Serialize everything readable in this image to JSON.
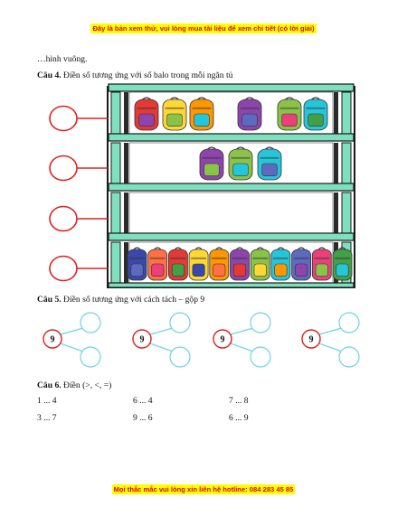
{
  "banner_top": "Đây là bản xem thử, vui lòng mua tài liệu để xem chi tiết (có lời giải)",
  "banner_bottom": "Mọi thắc mắc vui lòng xin liên hệ hotline: 084 283 45 85",
  "intro_text": "…hình vuông.",
  "q4": {
    "number": "Câu 4.",
    "text": " Điền số tương ứng với số balo trong mỗi ngăn tủ"
  },
  "q5": {
    "number": "Câu 5.",
    "text": " Điền số tương ứng với cách tách – gộp 9",
    "center_value": "9"
  },
  "q6": {
    "number": "Câu 6.",
    "text": " Điền (>, <, =)",
    "rows": [
      [
        "1 ... 4",
        "6 ... 4",
        "7 ... 8"
      ],
      [
        "3 ... 7",
        "9 ... 6",
        "6 ... 9"
      ]
    ]
  },
  "colors": {
    "shelf_frame": "#1a1a1a",
    "shelf_inner": "#7fe0c0",
    "answer_circle": "#e02020",
    "split_line": "#6fd3e6",
    "split_circle": "#e02020"
  },
  "shelf_backpacks": [
    6,
    3,
    0,
    11
  ]
}
